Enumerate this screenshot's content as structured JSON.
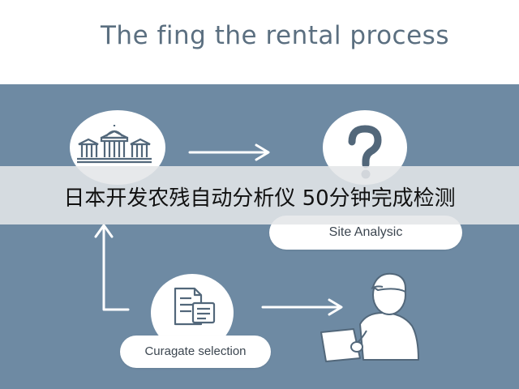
{
  "title": "The fing the rental process",
  "overlay_banner": "日本开发农残自动分析仪 50分钟完成检测",
  "nodes": {
    "site_analysis": {
      "label": "Site Analysic"
    },
    "curate_selection": {
      "label": "Curagate selection"
    }
  },
  "colors": {
    "panel": "#6e8aa3",
    "title": "#5b6f80",
    "icon_dark": "#52677a",
    "white": "#ffffff"
  },
  "icons": [
    "building-icon",
    "question-mark-icon",
    "document-icon",
    "person-with-tablet-icon",
    "arrow-right-icon",
    "arrow-up-icon"
  ]
}
